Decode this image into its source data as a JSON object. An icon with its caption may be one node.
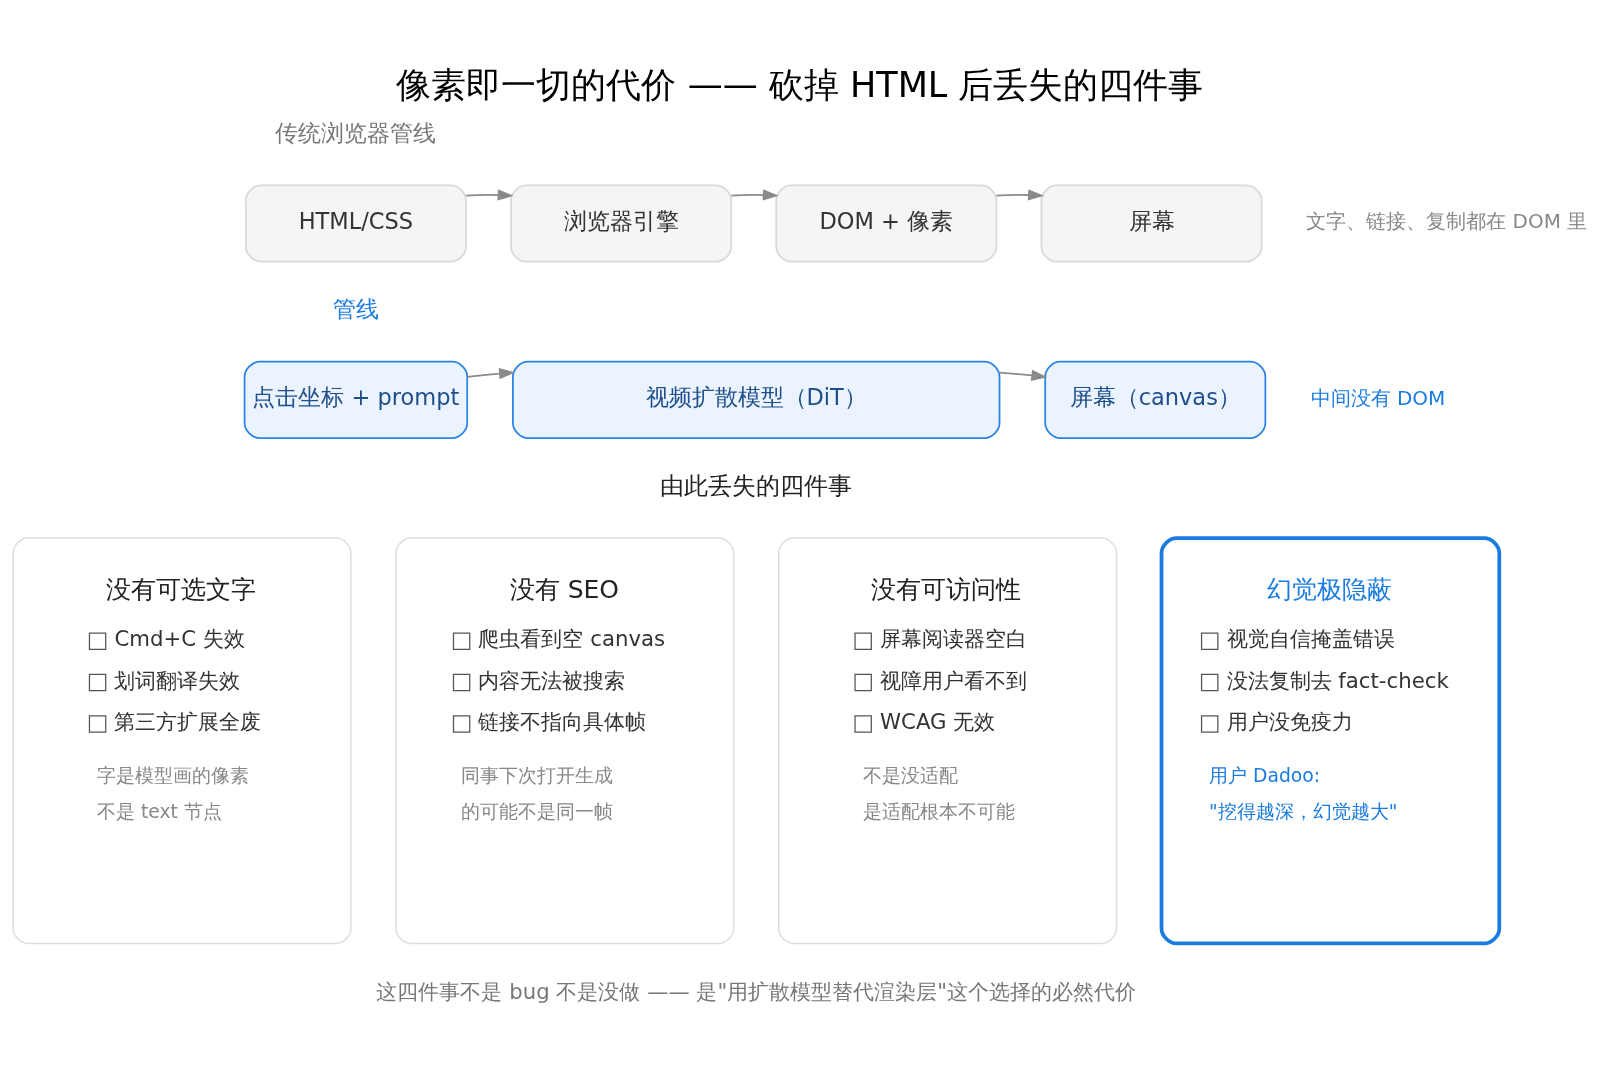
{
  "diagram": {
    "title": "像素即一切的代价 —— 砍掉 HTML 后丢失的四件事",
    "caption": "这四件事不是 bug 不是没做 —— 是\"用扩散模型替代渲染层\"这个选择的必然代价",
    "nodes": [
      {
        "text": [
          "HTML/CSS"
        ]
      },
      {
        "text": [
          "浏览器引擎"
        ]
      },
      {
        "text": [
          "DOM + 像素"
        ]
      },
      {
        "text": [
          "屏幕"
        ],
        "beside": [
          "文字、链接、复制都在 DOM 里"
        ]
      },
      {
        "text": [
          "点击坐标 + prompt"
        ]
      },
      {
        "text": [
          "视频扩散模型（DiT）"
        ]
      },
      {
        "text": [
          "屏幕（canvas）"
        ],
        "beside": [
          "中间没有 DOM"
        ]
      },
      {
        "text": [
          "没有可选文字",
          "Cmd+C 失效",
          "划词翻译失效",
          "第三方扩展全废",
          "字是模型画的像素",
          "不是 text 节点"
        ]
      },
      {
        "text": [
          "没有 SEO",
          "爬虫看到空 canvas",
          "内容无法被搜索",
          "链接不指向具体帧",
          "同事下次打开生成",
          "的可能不是同一帧"
        ]
      },
      {
        "text": [
          "没有可访问性",
          "屏幕阅读器空白",
          "视障用户看不到",
          "WCAG 无效",
          "不是没适配",
          "是适配根本不可能"
        ]
      },
      {
        "text": [
          "幻觉极隐蔽",
          "视觉自信掩盖错误",
          "没法复制去 fact-check",
          "用户没免疫力",
          "用户 Dadoo:",
          "\"挖得越深，幻觉越大\""
        ]
      }
    ],
    "edges": [
      {
        "from": 0,
        "to": 1,
        "arrow": "to"
      },
      {
        "from": 1,
        "to": 2,
        "arrow": "to"
      },
      {
        "from": 2,
        "to": 3,
        "arrow": "to"
      },
      {
        "from": 4,
        "to": 5,
        "arrow": "to"
      },
      {
        "from": 5,
        "to": 6,
        "arrow": "to"
      }
    ],
    "labels": [
      "传统浏览器管线",
      "管线",
      "由此丢失的四件事"
    ]
  }
}
